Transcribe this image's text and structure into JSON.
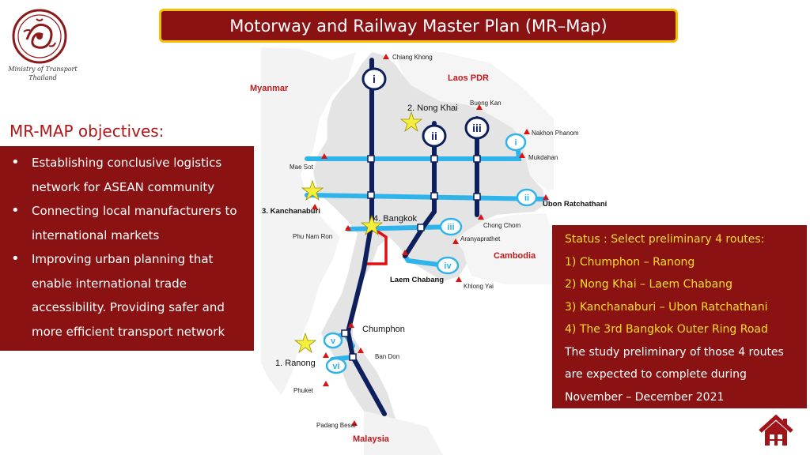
{
  "title": "Motorway and Railway Master Plan (MR–Map)",
  "logo": {
    "line1": "Ministry of Transport",
    "line2": "Thailand",
    "color": "#8b1a1a"
  },
  "objectives": {
    "heading": "MR-MAP objectives:",
    "items": [
      "Establishing conclusive logistics network for ASEAN community",
      "Connecting local manufacturers to international markets",
      "Improving urban planning that enable international trade accessibility. Providing safer and more efficient transport network"
    ]
  },
  "status": {
    "heading": "Status : Select preliminary 4 routes:",
    "routes": [
      "1) Chumphon – Ranong",
      "2) Nong Khai – Laem Chabang",
      "3) Kanchanaburi – Ubon Ratchathani",
      "4) The 3rd Bangkok Outer Ring Road"
    ],
    "note": "The study preliminary of those 4 routes are expected to complete during November – December 2021"
  },
  "map": {
    "countries": {
      "myanmar": "Myanmar",
      "laos": "Laos PDR",
      "cambodia": "Cambodia",
      "malaysia": "Malaysia"
    },
    "cities": {
      "chiang_khong": "Chiang Khong",
      "nong_khai": "Nong Khai",
      "bueng_kan": "Bueng Kan",
      "nakhon_phanom": "Nakhon Phanom",
      "mukdahan": "Mukdahan",
      "mae_sot": "Mae Sot",
      "ubon": "Ubon Ratchathani",
      "kanchanaburi": "Kanchanaburi",
      "bangkok": "Bangkok",
      "chong_chom": "Chong Chom",
      "aranyaprathet": "Aranyaprathet",
      "phu_nam_ron": "Phu Nam Ron",
      "laem_chabang": "Laem Chabang",
      "khlong_yai": "Khlong Yai",
      "chumphon": "Chumphon",
      "ranong": "Ranong",
      "ban_don": "Ban Don",
      "phuket": "Phuket",
      "padang_besar": "Padang Besar"
    },
    "numbers": {
      "n1": "1.",
      "n2": "2.",
      "n3": "3.",
      "n4": "4."
    },
    "routes": {
      "north_south": [
        "i",
        "ii",
        "iii"
      ],
      "east_west": [
        "i",
        "ii",
        "iii",
        "iv",
        "v",
        "vi"
      ]
    },
    "colors": {
      "land": "#e4e4e4",
      "motorway": "#0d1f5c",
      "railway": "#2eb4ea",
      "star": "#f5ee3c",
      "marker": "#e01010",
      "ring": "#e01010"
    }
  },
  "home_icon": "home-icon"
}
